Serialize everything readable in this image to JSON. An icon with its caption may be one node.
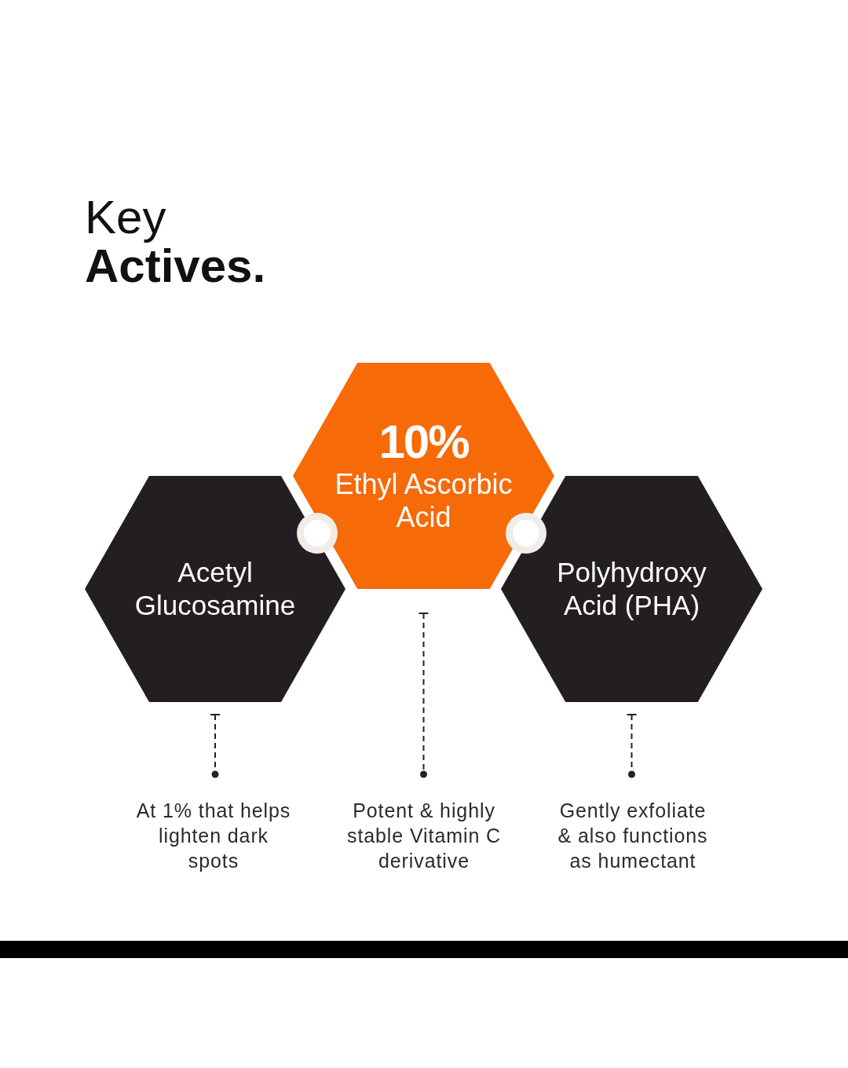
{
  "diagram": {
    "title": "Key **Actives.**",
    "nodes": [
      {
        "text": [
          "Acetyl Glucosamine"
        ]
      },
      {
        "text": [
          "10%",
          "Ethyl Ascorbic Acid"
        ]
      },
      {
        "text": [
          "Polyhydroxy Acid (PHA)"
        ]
      },
      {
        "text": [
          "At 1% that helps lighten dark spots"
        ]
      },
      {
        "text": [
          "Potent & highly stable Vitamin C derivative"
        ]
      },
      {
        "text": [
          "Gently exfoliate & also functions as humectant"
        ]
      }
    ],
    "edges": [
      {
        "from": 0,
        "to": 3,
        "arrow": "other",
        "style": "dashed"
      },
      {
        "from": 1,
        "to": 4,
        "arrow": "other",
        "style": "dashed"
      },
      {
        "from": 2,
        "to": 5,
        "arrow": "other",
        "style": "dashed"
      }
    ]
  }
}
